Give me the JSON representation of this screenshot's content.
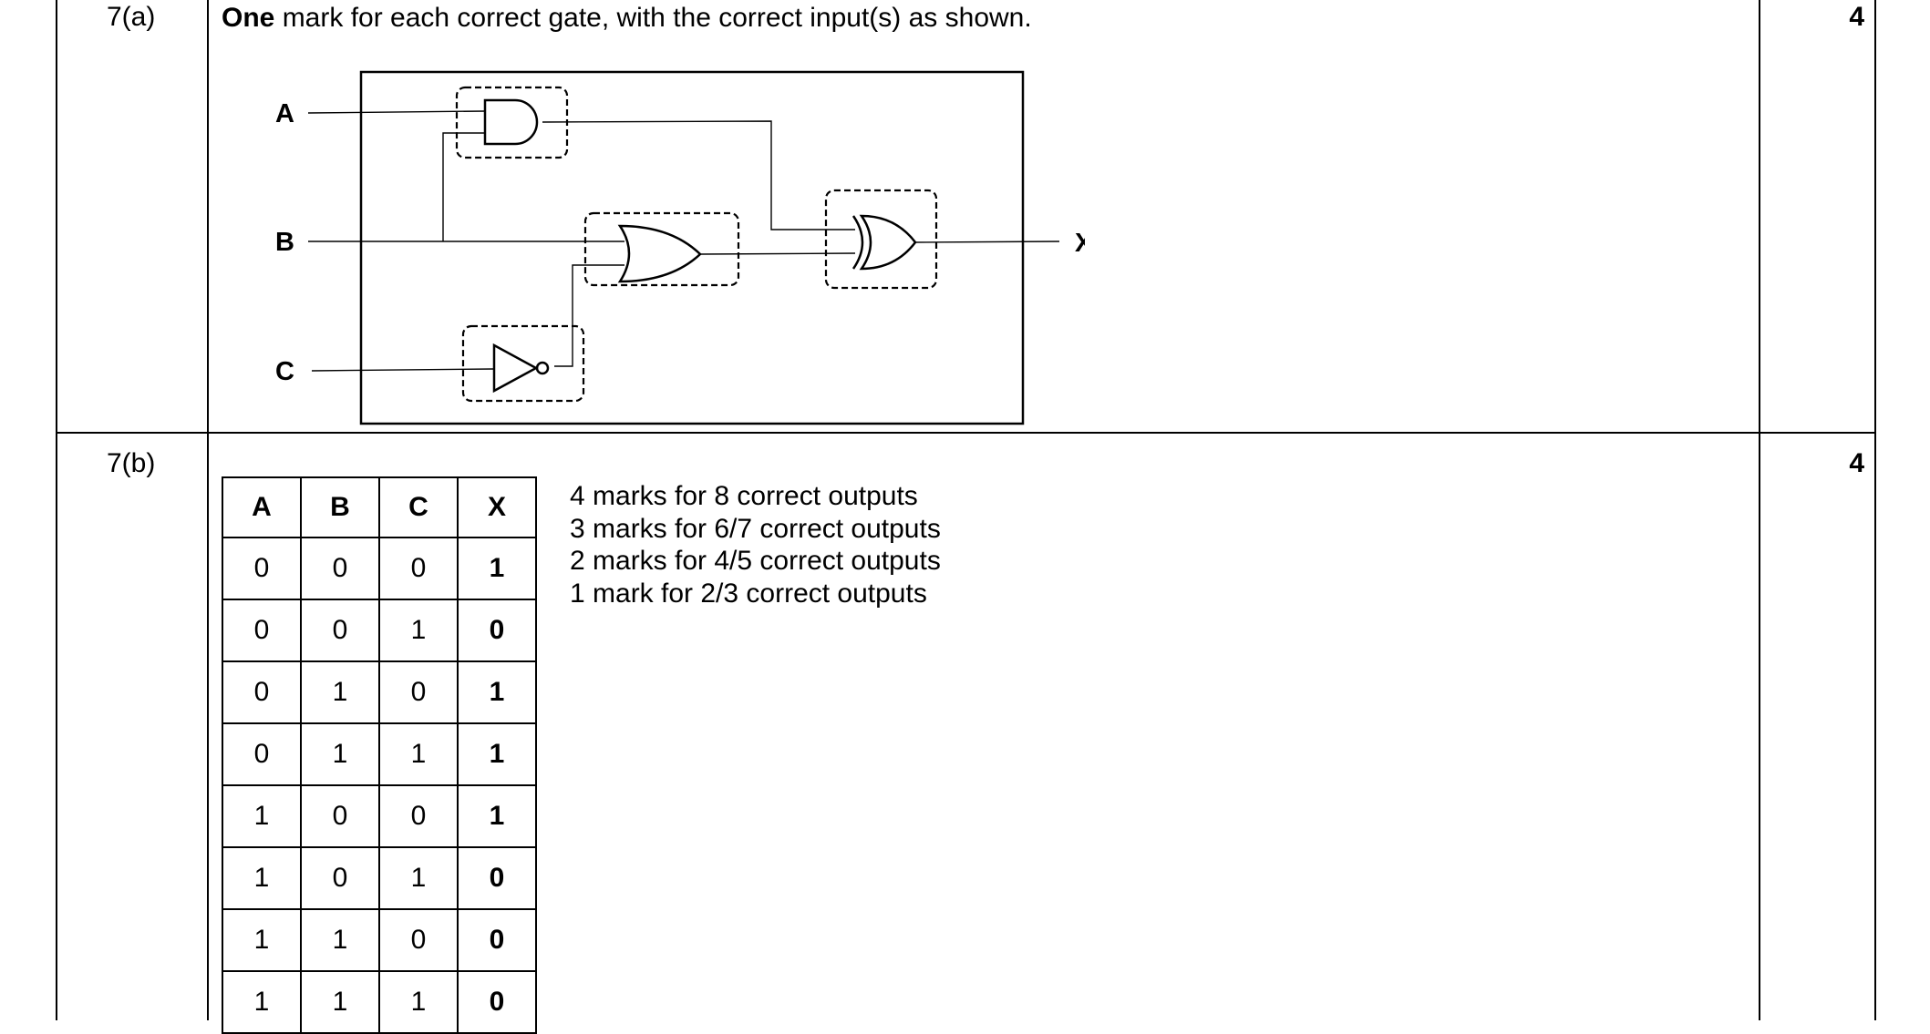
{
  "q7a": {
    "number": "7(a)",
    "marks": "4",
    "intro_bold": "One",
    "intro_rest": " mark for each correct gate, with the correct input(s) as shown.",
    "diagram": {
      "input_a": "A",
      "input_b": "B",
      "input_c": "C",
      "output_x": "X",
      "gates": [
        "and-gate",
        "or-gate",
        "xor-gate",
        "not-gate"
      ]
    }
  },
  "q7b": {
    "number": "7(b)",
    "marks": "4",
    "truth_table": {
      "headers": [
        "A",
        "B",
        "C",
        "X"
      ],
      "rows": [
        [
          "0",
          "0",
          "0",
          "1"
        ],
        [
          "0",
          "0",
          "1",
          "0"
        ],
        [
          "0",
          "1",
          "0",
          "1"
        ],
        [
          "0",
          "1",
          "1",
          "1"
        ],
        [
          "1",
          "0",
          "0",
          "1"
        ],
        [
          "1",
          "0",
          "1",
          "0"
        ],
        [
          "1",
          "1",
          "0",
          "0"
        ],
        [
          "1",
          "1",
          "1",
          "0"
        ]
      ]
    },
    "mark_scheme": [
      "4 marks for 8 correct outputs",
      "3 marks for 6/7 correct outputs",
      "2 marks for 4/5 correct outputs",
      "1 mark for 2/3 correct outputs"
    ]
  }
}
